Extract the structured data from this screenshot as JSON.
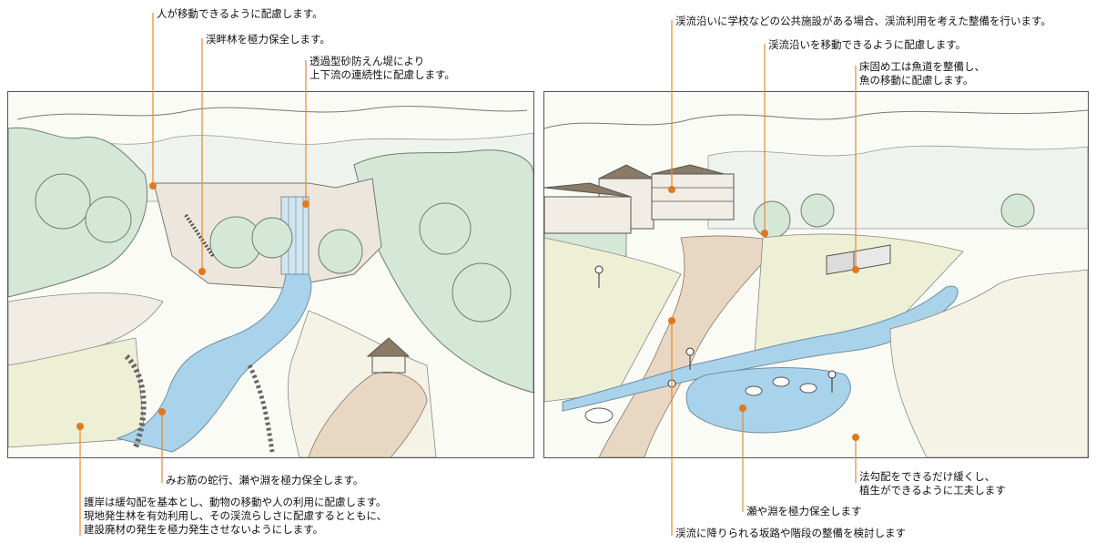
{
  "colors": {
    "leader": "#e8892e",
    "water": "#a9d3ea",
    "trees": "#d5e8d8",
    "path": "#e8d7c2",
    "grass": "#eef0d5"
  },
  "left_panel": {
    "annotations": {
      "people_move": "人が移動できるように配慮します。",
      "riparian_forest": "渓畔林を極力保全します。",
      "sabo_dam": "透過型砂防えん堤により\n上下流の連続性に配慮します。",
      "meander": "みお筋の蛇行、瀬や淵を極力保全します。",
      "revetment": "護岸は緩勾配を基本とし、動物の移動や人の利用に配慮します。\n現地発生林を有効利用し、その渓流らしさに配慮するとともに、\n建設廃材の発生を極力発生させないようにします。"
    }
  },
  "right_panel": {
    "annotations": {
      "public_facilities": "渓流沿いに学校などの公共施設がある場合、渓流利用を考えた整備を行います。",
      "move_along": "渓流沿いを移動できるように配慮します。",
      "fishway": "床固め工は魚道を整備し、\n魚の移動に配慮します。",
      "gentle_slope": "法勾配をできるだけ緩くし、\n植生ができるように工夫します",
      "pools": "瀬や淵を極力保全します",
      "stairs": "渓流に降りられる坂路や階段の整備を検討します"
    }
  }
}
